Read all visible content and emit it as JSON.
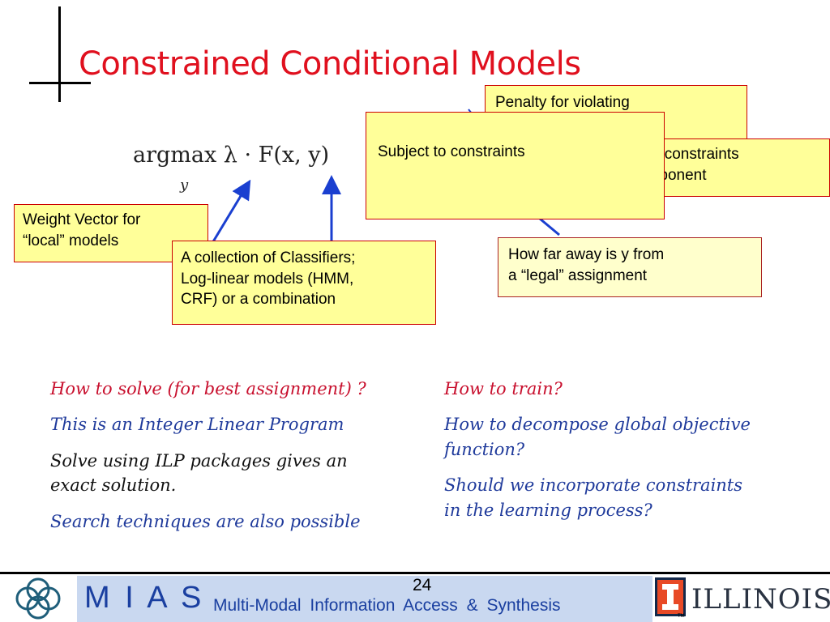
{
  "slide": {
    "title": "Constrained Conditional Models",
    "page_number": "24"
  },
  "formula": {
    "main": "argmax λ · F(x, y)",
    "subscript": "y"
  },
  "callouts": {
    "weight_vector": [
      "Weight Vector for",
      "“local” models"
    ],
    "classifiers": [
      "A collection of Classifiers;",
      "Log-linear models  (HMM,",
      "CRF) or a combination"
    ],
    "penalty": [
      "Penalty for violating"
    ],
    "soft_constraints": [
      "oft) constraints",
      "omponent"
    ],
    "subject_to": "Subject to  constraints",
    "how_far": [
      "How far away is y from",
      "a “legal” assignment"
    ]
  },
  "left_column": {
    "q1": "How to solve (for best  assignment) ?",
    "q2": "This is an Integer Linear Program",
    "q3_lines": [
      "Solve using ILP packages gives an",
      "exact solution."
    ],
    "q4": "Search techniques are also possible"
  },
  "right_column": {
    "q1": "How to train?",
    "q2_lines": [
      "How to decompose global objective",
      "function?"
    ],
    "q3_lines": [
      "Should we incorporate constraints",
      "in the learning process?"
    ]
  },
  "footer": {
    "mias": "M I A S",
    "mias_full": "Multi-Modal  Information  Access  &  Synthesis",
    "university": "ILLINOIS",
    "tm": "TM"
  },
  "colors": {
    "title": "#e0101e",
    "callout_fill": "#ffff99",
    "callout_border": "#cc0000",
    "arrow": "#1a3fd0",
    "brand_blue": "#1a3fa0"
  }
}
